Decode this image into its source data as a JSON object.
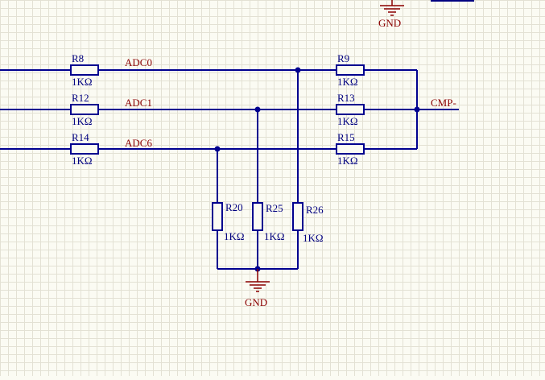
{
  "colors": {
    "background": "#fbfbf3",
    "grid": "#e3e1d4",
    "wire": "#00008f",
    "designator": "#000080",
    "net_label": "#8b0000",
    "power": "#8b0000"
  },
  "power_ports": {
    "gnd_top": "GND",
    "gnd_bottom": "GND"
  },
  "net_labels": {
    "adc0": "ADC0",
    "adc1": "ADC1",
    "adc6": "ADC6",
    "cmp": "CMP-"
  },
  "resistors": {
    "r8": {
      "designator": "R8",
      "value": "1KΩ"
    },
    "r12": {
      "designator": "R12",
      "value": "1KΩ"
    },
    "r14": {
      "designator": "R14",
      "value": "1KΩ"
    },
    "r9": {
      "designator": "R9",
      "value": "1KΩ"
    },
    "r13": {
      "designator": "R13",
      "value": "1KΩ"
    },
    "r15": {
      "designator": "R15",
      "value": "1KΩ"
    },
    "r20": {
      "designator": "R20",
      "value": "1KΩ"
    },
    "r25": {
      "designator": "R25",
      "value": "1KΩ"
    },
    "r26": {
      "designator": "R26",
      "value": "1KΩ"
    }
  }
}
